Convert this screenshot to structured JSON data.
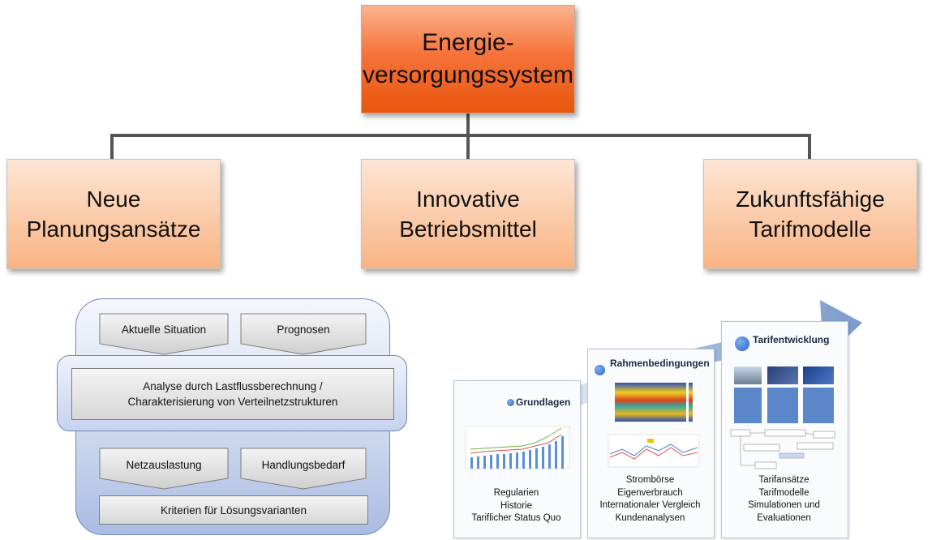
{
  "root": {
    "label": "Energie-\nversorgungssystem"
  },
  "pillars": [
    {
      "label": "Neue\nPlanungsansätze"
    },
    {
      "label": "Innovative\nBetriebsmittel"
    },
    {
      "label": "Zukunftsfähige\nTarifmodelle"
    }
  ],
  "planning": {
    "input_left": "Aktuelle Situation",
    "input_right": "Prognosen",
    "analysis": "Analyse durch Lastflussberechnung /\nCharakterisierung von Verteilnetzstrukturen",
    "output_left": "Netzauslastung",
    "output_right": "Handlungsbedarf",
    "criteria": "Kriterien für Lösungsvarianten"
  },
  "timeline": {
    "stages": [
      {
        "heading": "Grundlagen",
        "text": "Regularien\nHistorie\nTariflicher Status Quo"
      },
      {
        "heading": "Rahmenbedingungen",
        "text": "Strombörse\nEigenverbrauch\nInternationaler Vergleich\nKundenanalysen"
      },
      {
        "heading": "Tarifentwicklung",
        "text": "Tarifansätze\nTarifmodelle\nSimulationen und\nEvaluationen"
      }
    ]
  },
  "colors": {
    "root_fill": "#f6733a",
    "pillar_fill": "#fbcaa7",
    "connector": "#555555",
    "panel_blue": "#a9bce2",
    "arrow_blue": "#8aa6cf"
  }
}
